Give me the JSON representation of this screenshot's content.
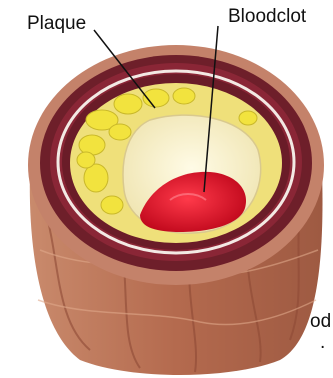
{
  "labels": {
    "plaque": "Plaque",
    "bloodclot": "Bloodclot",
    "cut_fragment_1": "od",
    "cut_fragment_2": "."
  },
  "colors": {
    "background": "#ffffff",
    "outer_wall": "#b0694c",
    "muscle_layer": "#6e1f2a",
    "plaque": "#f1e46a",
    "lumen": "#f6f1c8",
    "bloodclot": "#d4162a",
    "leader_line": "#111111"
  }
}
